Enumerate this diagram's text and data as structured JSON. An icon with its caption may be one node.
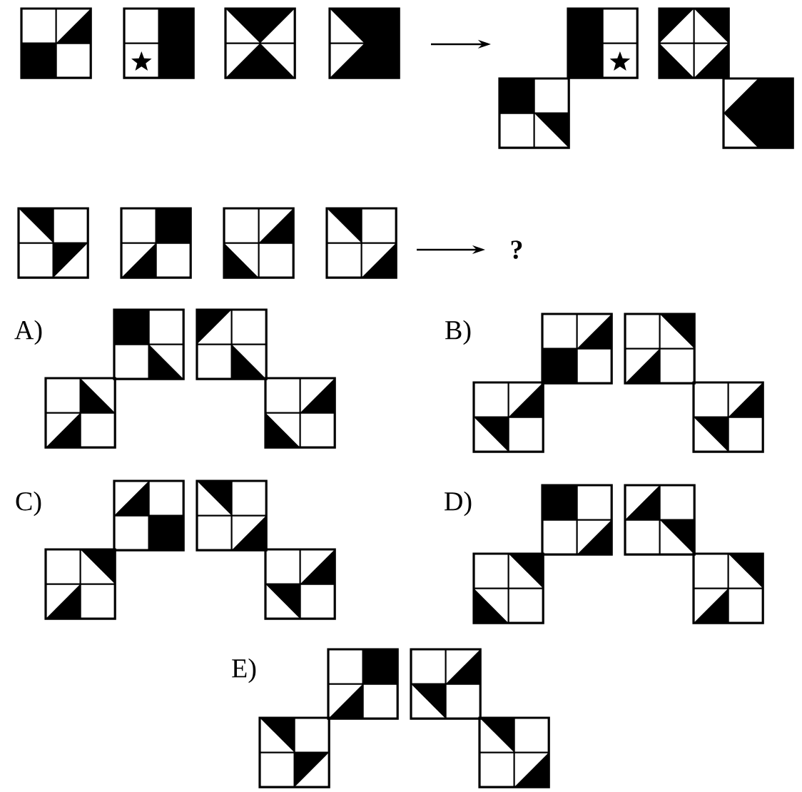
{
  "diagram": {
    "labels": [
      "?",
      "A)",
      "B)",
      "C)",
      "D)",
      "E)"
    ]
  }
}
